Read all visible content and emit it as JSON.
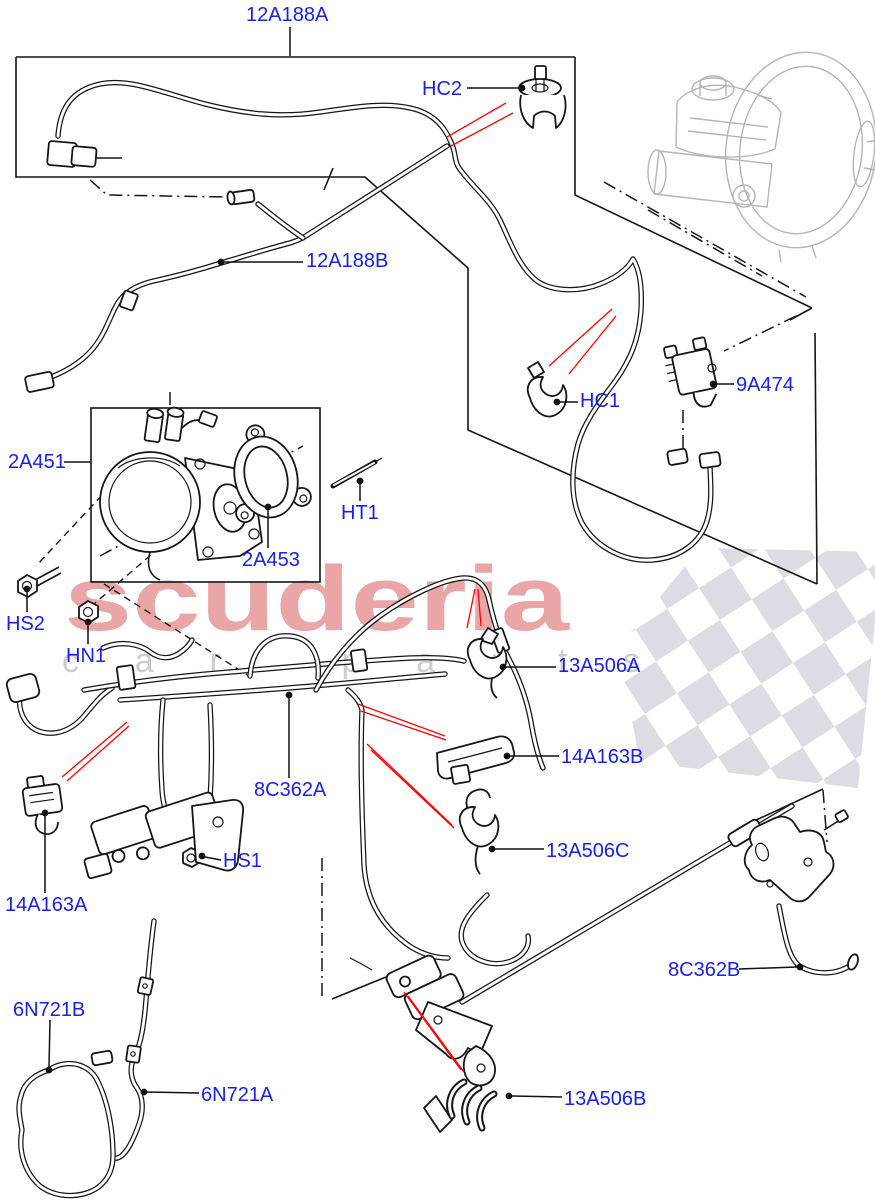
{
  "watermark": {
    "brand": "scuderia",
    "tagline": "car parts"
  },
  "colors": {
    "label_blue": "#1822e6",
    "arrow_red": "#ff0000",
    "line_ink": "#161616",
    "ghost_gray": "#b5b5b5",
    "watermark_red": "#eaa6a6",
    "watermark_gray": "#cdcdcd",
    "flag_gray": "#dbdce4"
  },
  "labels": {
    "p12a188a": "12A188A",
    "hc2": "HC2",
    "p12a188b": "12A188B",
    "hc1": "HC1",
    "p9a474": "9A474",
    "p2a451": "2A451",
    "p2a453": "2A453",
    "ht1": "HT1",
    "hs2": "HS2",
    "hn1": "HN1",
    "p13a506a": "13A506A",
    "p14a163b": "14A163B",
    "p8c362a": "8C362A",
    "p13a506c": "13A506C",
    "hs1": "HS1",
    "p14a163a": "14A163A",
    "p8c362b": "8C362B",
    "p6n721b": "6N721B",
    "p6n721a": "6N721A",
    "p13a506b": "13A506B"
  }
}
